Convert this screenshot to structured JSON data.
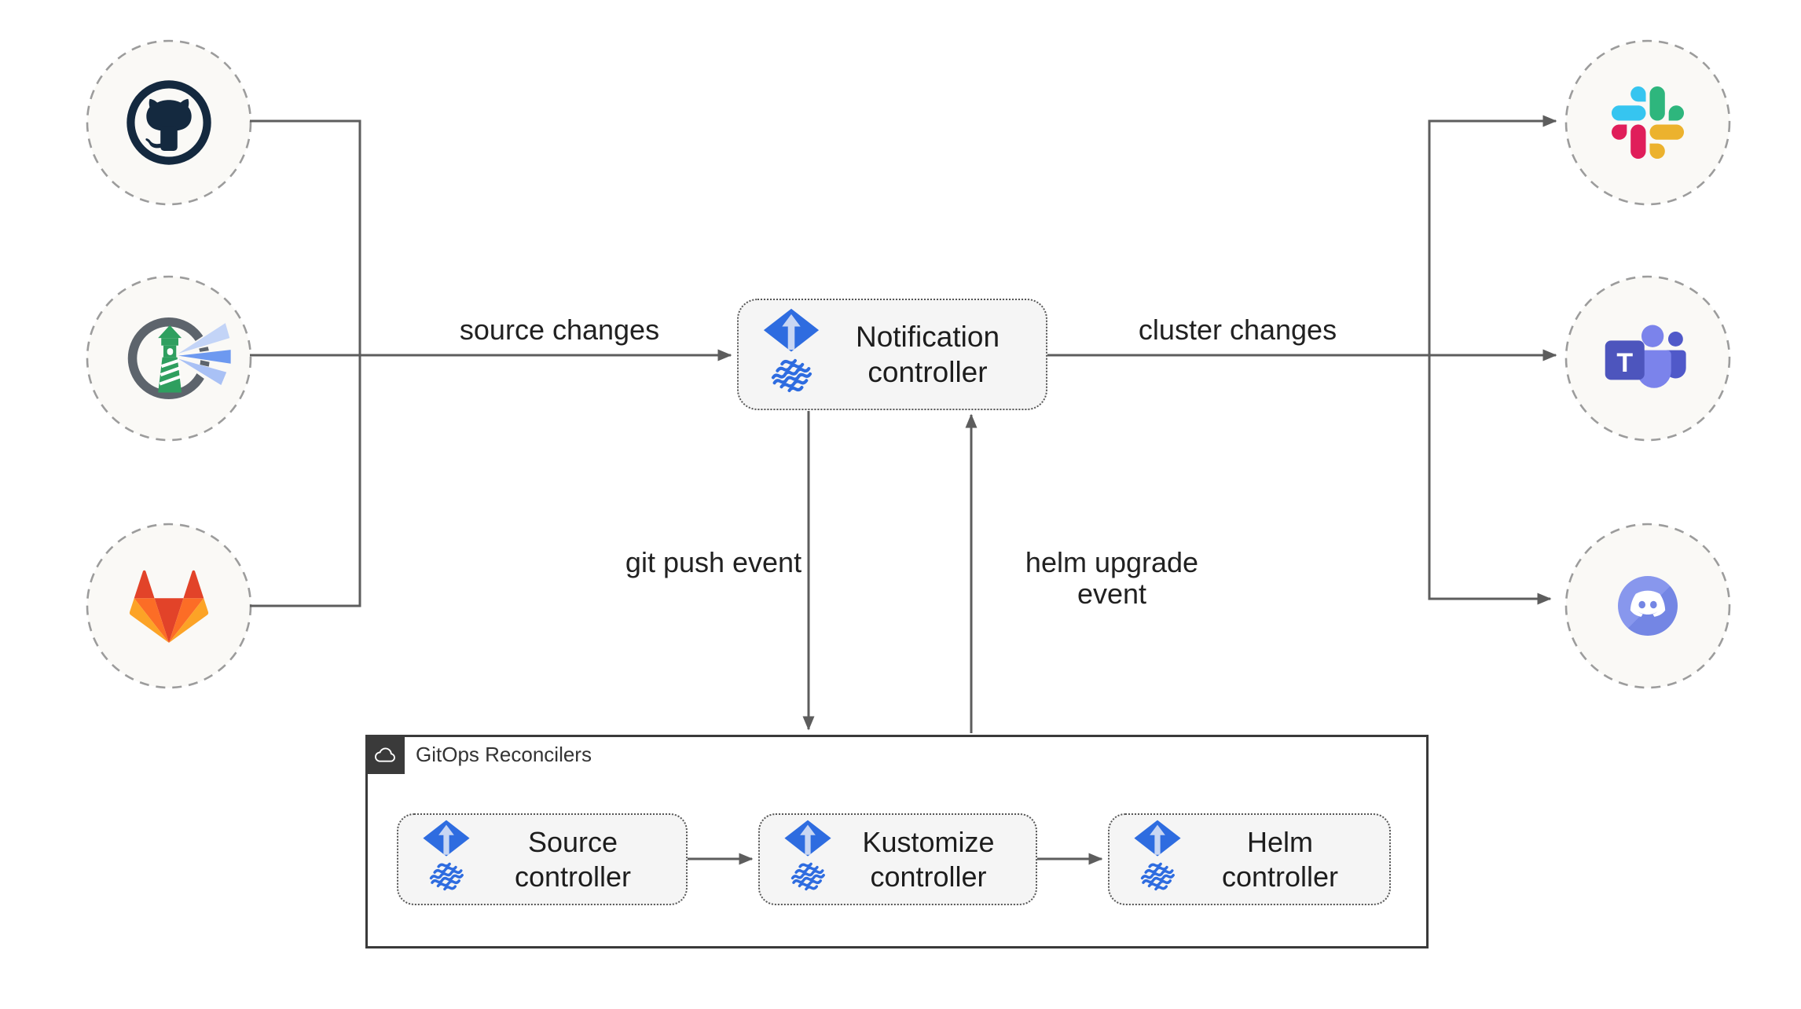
{
  "nodes": {
    "notification": {
      "label": "Notification controller",
      "icon": "flux-icon"
    },
    "source": {
      "label": "Source controller",
      "icon": "flux-icon"
    },
    "kustomize": {
      "label": "Kustomize controller",
      "icon": "flux-icon"
    },
    "helm": {
      "label": "Helm controller",
      "icon": "flux-icon"
    }
  },
  "group": {
    "label": "GitOps Reconcilers",
    "icon": "cloud-icon"
  },
  "edges": {
    "source_changes": {
      "label": "source changes"
    },
    "cluster_changes": {
      "label": "cluster changes"
    },
    "git_push": {
      "label": "git push event"
    },
    "helm_upgrade": {
      "label": "helm upgrade event"
    }
  },
  "left_nodes": [
    {
      "icon": "github-icon"
    },
    {
      "icon": "harbor-icon"
    },
    {
      "icon": "gitlab-icon"
    }
  ],
  "right_nodes": [
    {
      "icon": "slack-icon"
    },
    {
      "icon": "microsoft-teams-icon"
    },
    {
      "icon": "discord-icon"
    }
  ],
  "colors": {
    "flux_blue": "#2e6ce0",
    "flux_arrow_light": "#c8d6f3",
    "line": "#5d5d5d",
    "box_fill": "#f5f5f5",
    "box_border": "#575757",
    "container_border": "#3a3a3a",
    "circle_fill": "#faf9f6",
    "circle_border": "#9c9c9c",
    "github": "#14293f",
    "harbor_ring": "#5d646c",
    "harbor_green": "#2f9f5f",
    "gitlab": [
      "#e24329",
      "#fc6d26",
      "#fca326"
    ],
    "slack": [
      "#36C5F0",
      "#2EB67D",
      "#ECB22E",
      "#E01E5A"
    ],
    "teams_square": "#4D55BD",
    "teams_person": "#7B83EB",
    "teams_person2": "#5059C9",
    "discord": "#7d8fe9"
  }
}
